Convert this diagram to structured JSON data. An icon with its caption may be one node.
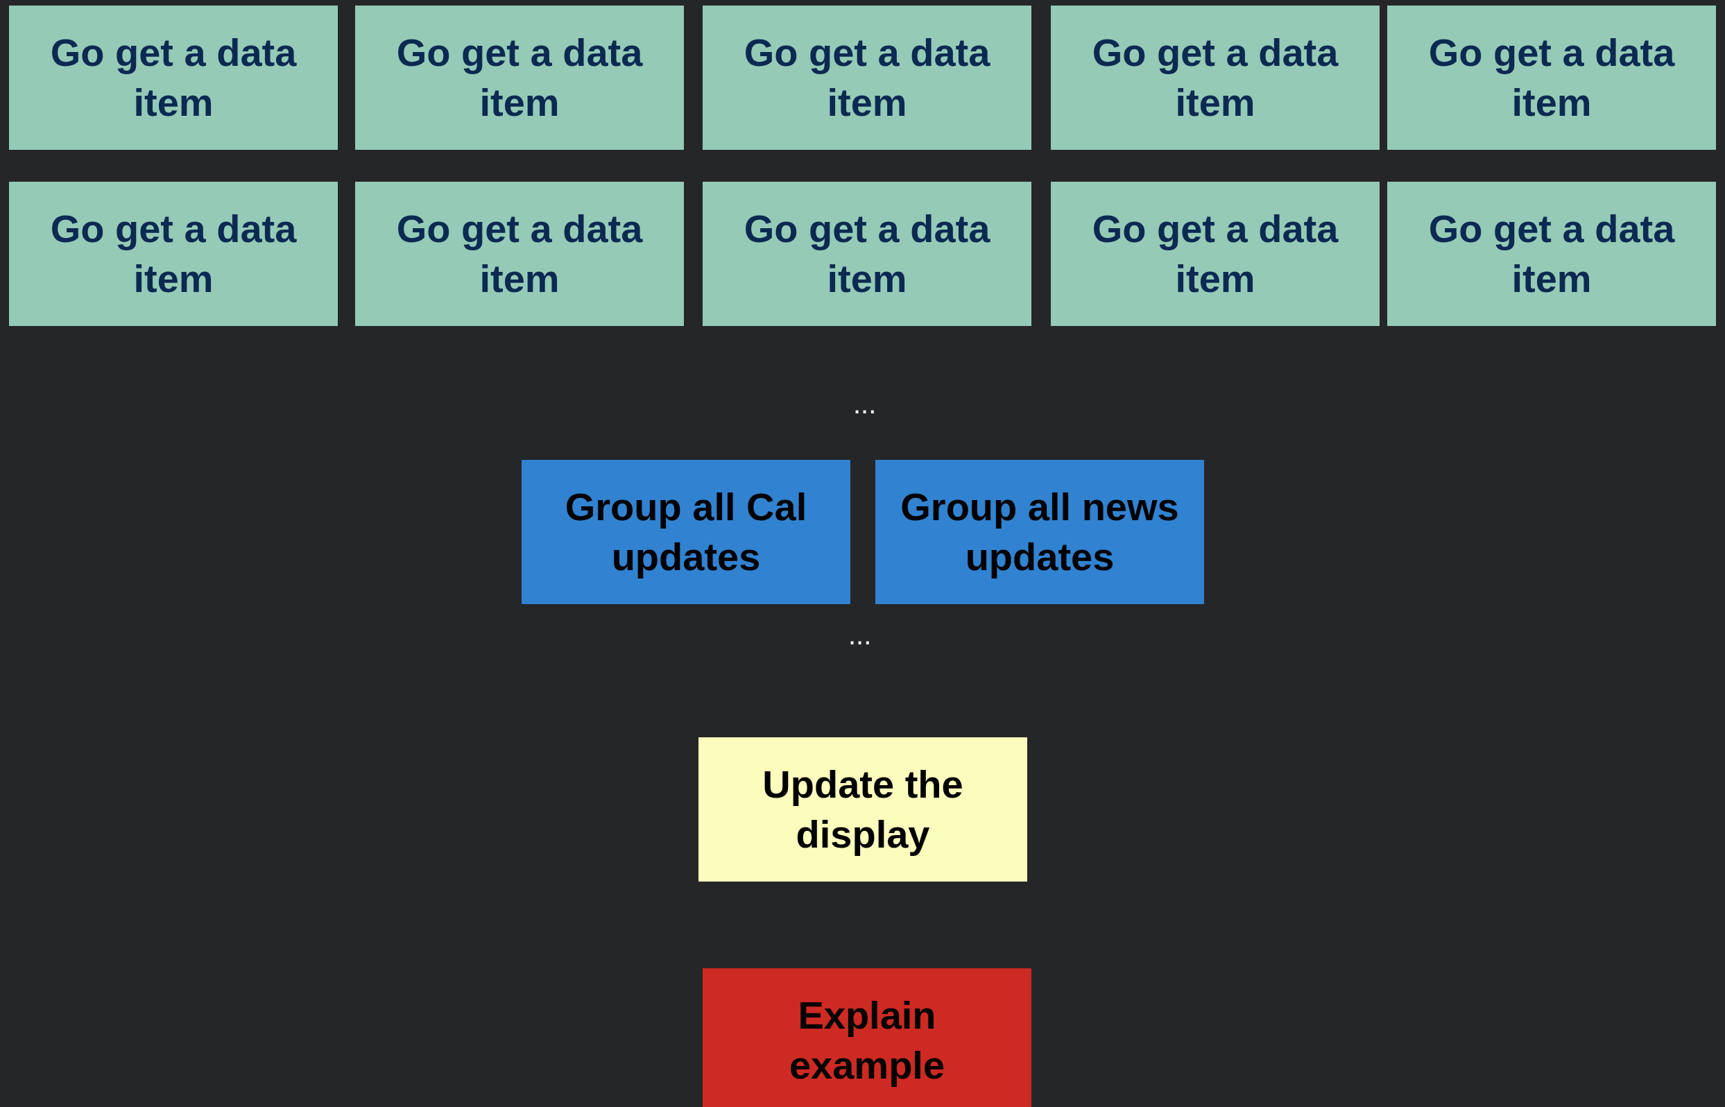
{
  "diagram": {
    "nodes": [
      {
        "text": [
          "Go get a data item"
        ]
      },
      {
        "text": [
          "Go get a data item"
        ]
      },
      {
        "text": [
          "Go get a data item"
        ]
      },
      {
        "text": [
          "Go get a data item"
        ]
      },
      {
        "text": [
          "Go get a data item"
        ]
      },
      {
        "text": [
          "Go get a data item"
        ]
      },
      {
        "text": [
          "Go get a data item"
        ]
      },
      {
        "text": [
          "Go get a data item"
        ]
      },
      {
        "text": [
          "Go get a data item"
        ]
      },
      {
        "text": [
          "Go get a data item"
        ]
      },
      {
        "text": [
          "Group all Cal updates"
        ]
      },
      {
        "text": [
          "Group all news updates"
        ]
      },
      {
        "text": [
          "Update the display"
        ]
      },
      {
        "text": [
          "Explain example"
        ]
      }
    ],
    "labels": [
      "...",
      "..."
    ]
  }
}
